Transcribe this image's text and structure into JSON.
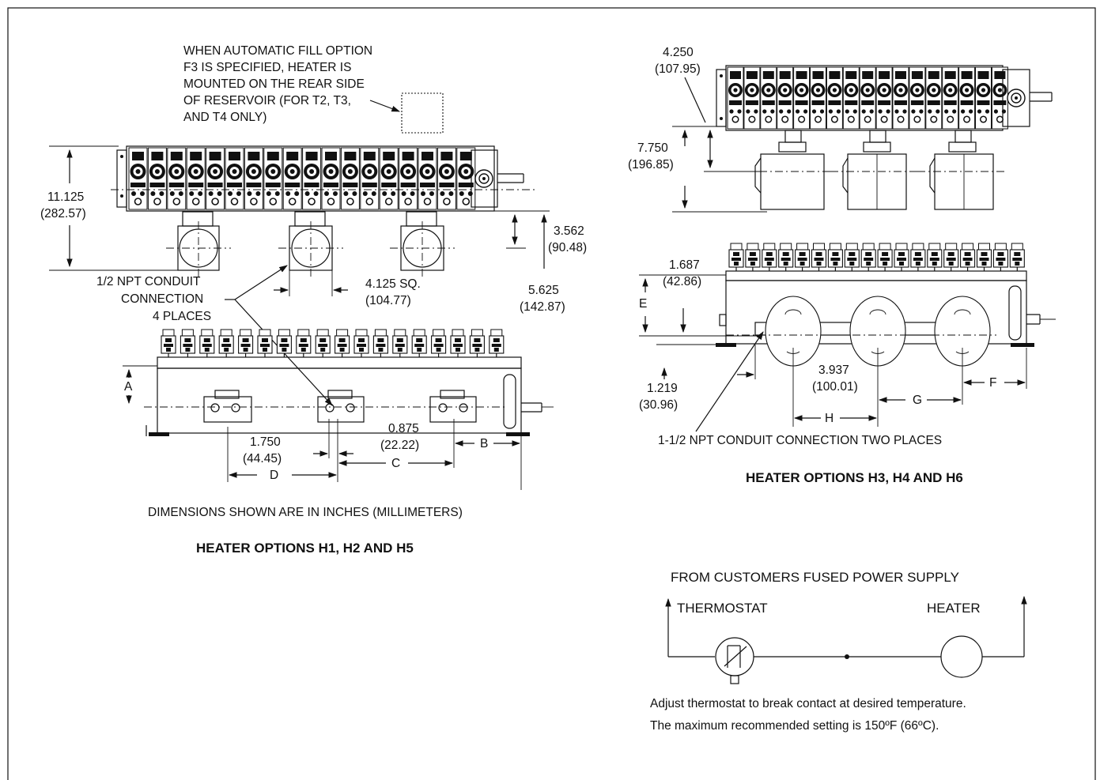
{
  "left": {
    "note": [
      "WHEN AUTOMATIC FILL OPTION",
      "F3 IS SPECIFIED, HEATER IS",
      "MOUNTED ON THE REAR SIDE",
      "OF RESERVOIR (FOR T2, T3,",
      "AND T4 ONLY)"
    ],
    "dim_height": "11.125",
    "dim_height_mm": "(282.57)",
    "dim_head": "3.562",
    "dim_head_mm": "(90.48)",
    "dim_offset": "5.625",
    "dim_offset_mm": "(142.87)",
    "square": "4.125 SQ.",
    "square_mm": "(104.77)",
    "conduit": [
      "1/2 NPT CONDUIT",
      "CONNECTION",
      "4 PLACES"
    ],
    "label_a": "A",
    "label_b": "B",
    "label_c": "C",
    "label_d": "D",
    "dim_1750": "1.750",
    "dim_1750_mm": "(44.45)",
    "dim_0875": "0.875",
    "dim_0875_mm": "(22.22)",
    "units_note": "DIMENSIONS SHOWN ARE IN INCHES (MILLIMETERS)",
    "title": "HEATER OPTIONS H1, H2 AND H5"
  },
  "right": {
    "dim_4250": "4.250",
    "dim_4250_mm": "(107.95)",
    "dim_7750": "7.750",
    "dim_7750_mm": "(196.85)",
    "dim_1687": "1.687",
    "dim_1687_mm": "(42.86)",
    "label_e": "E",
    "dim_1219": "1.219",
    "dim_1219_mm": "(30.96)",
    "dim_3937": "3.937",
    "dim_3937_mm": "(100.01)",
    "label_f": "F",
    "label_g": "G",
    "label_h": "H",
    "conduit": "1-1/2 NPT CONDUIT CONNECTION TWO PLACES",
    "title": "HEATER OPTIONS H3, H4 AND H6"
  },
  "wiring": {
    "supply": "FROM CUSTOMERS FUSED POWER SUPPLY",
    "thermostat": "THERMOSTAT",
    "heater": "HEATER",
    "note_line1": "Adjust thermostat to break contact at desired temperature.",
    "note_line2": "The maximum recommended setting is 150ºF (66ºC)."
  }
}
